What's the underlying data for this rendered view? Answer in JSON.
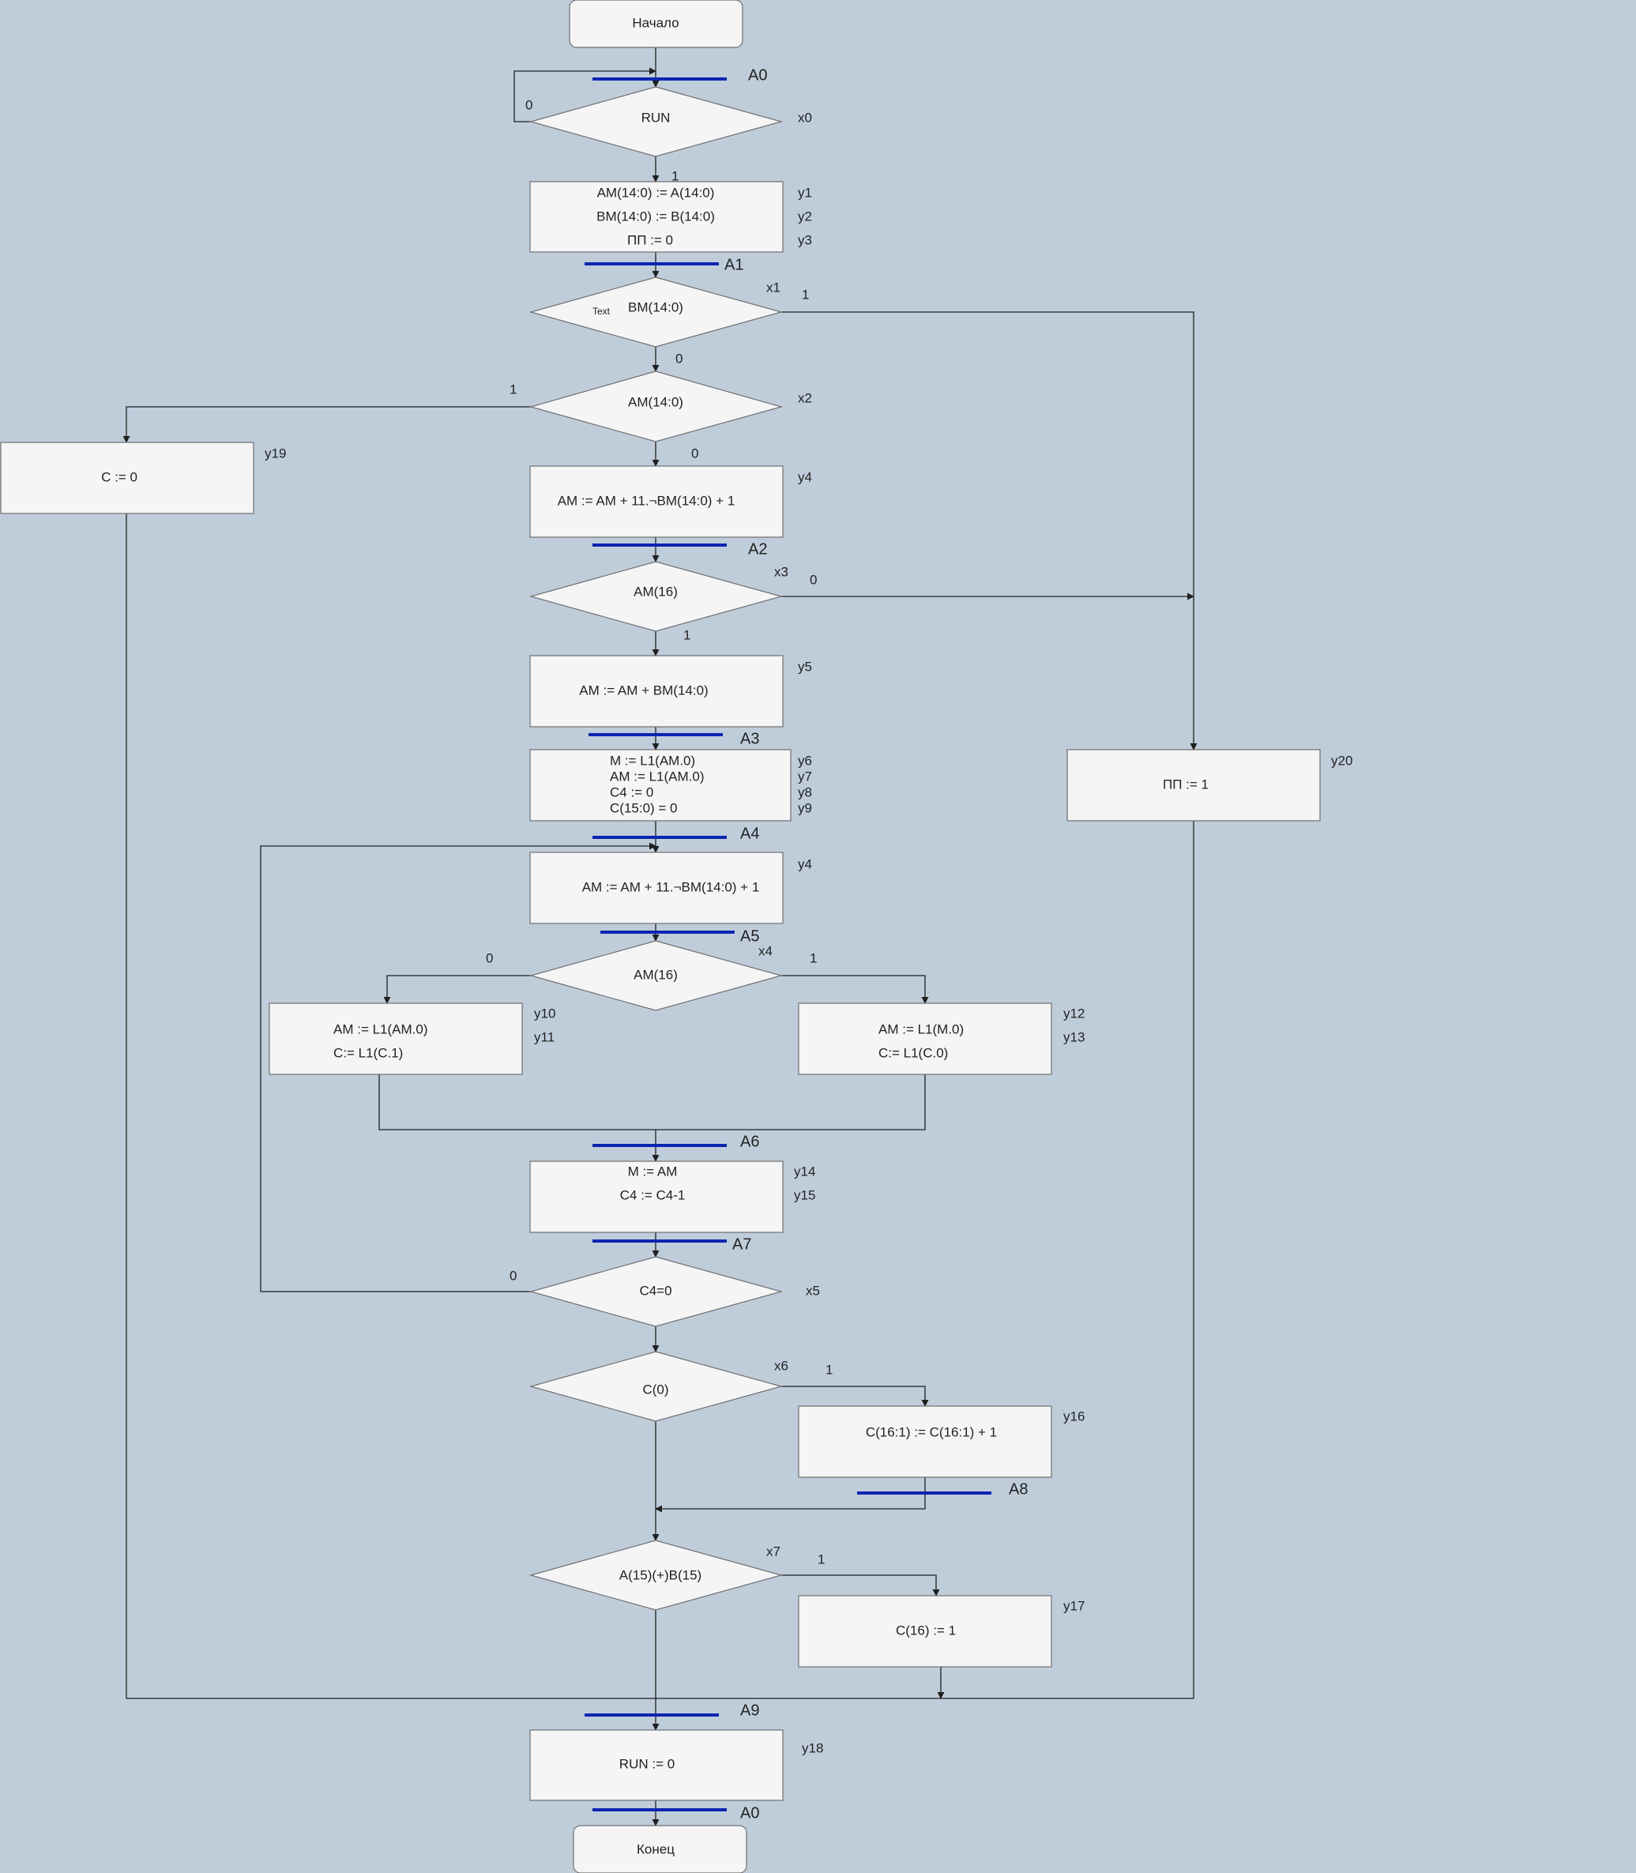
{
  "terminals": {
    "start": "Начало",
    "end": "Конец"
  },
  "states": {
    "a0": "A0",
    "a1": "A1",
    "a2": "A2",
    "a3": "A3",
    "a4": "A4",
    "a5": "A5",
    "a6": "A6",
    "a7": "A7",
    "a8": "A8",
    "a9": "A9",
    "a0_end": "A0"
  },
  "conditions": {
    "run": "RUN",
    "bm": "BM(14:0)",
    "bm_note": "Text",
    "am": "AM(14:0)",
    "am16_a": "AM(16)",
    "am16_b": "AM(16)",
    "c4": "C4=0",
    "c0": "C(0)",
    "xor": "A(15)(+)B(15)"
  },
  "condition_ids": {
    "x0": "x0",
    "x1": "x1",
    "x2": "x2",
    "x3": "x3",
    "x4": "x4",
    "x5": "x5",
    "x6": "x6",
    "x7": "x7"
  },
  "operations": {
    "init_1": "AM(14:0) := A(14:0)",
    "init_2": "BM(14:0) := B(14:0)",
    "init_3": "ПП := 0",
    "sub_1": "AM := AM + 11.¬BM(14:0) + 1",
    "add": "AM := AM + BM(14:0)",
    "setup_1": "M := L1(AM.0)",
    "setup_2": "AM := L1(AM.0)",
    "setup_3": "C4 := 0",
    "setup_4": "C(15:0) = 0",
    "sub_2": "AM := AM + 11.¬BM(14:0) + 1",
    "left_1": "AM := L1(AM.0)",
    "left_2": "C:= L1(C.1)",
    "right_1": "AM := L1(M.0)",
    "right_2": "C:= L1(C.0)",
    "m_1": "M := AM",
    "m_2": "C4 := C4-1",
    "c_inc": "C(16:1) := C(16:1) + 1",
    "c16": "C(16) := 1",
    "run_off": "RUN := 0",
    "c_zero": "C := 0",
    "pp_one": "ПП := 1"
  },
  "signals": {
    "y1": "y1",
    "y2": "y2",
    "y3": "y3",
    "y4": "y4",
    "y5": "y5",
    "y6": "y6",
    "y7": "y7",
    "y8": "y8",
    "y9": "y9",
    "y4b": "y4",
    "y10": "y10",
    "y11": "y11",
    "y12": "y12",
    "y13": "y13",
    "y14": "y14",
    "y15": "y15",
    "y16": "y16",
    "y17": "y17",
    "y18": "y18",
    "y19": "y19",
    "y20": "y20"
  },
  "branches": {
    "x0_no": "0",
    "x0_yes": "1",
    "x1_yes": "1",
    "x1_no": "0",
    "x2_yes": "1",
    "x2_no": "0",
    "x3_no": "0",
    "x3_yes": "1",
    "x4_no": "0",
    "x4_yes": "1",
    "x5_no": "0",
    "x6_yes": "1",
    "x7_yes": "1"
  },
  "colors": {
    "background": "#bfcddb",
    "block_fill": "#f5f5f5",
    "state_marker": "#0b25b0"
  }
}
